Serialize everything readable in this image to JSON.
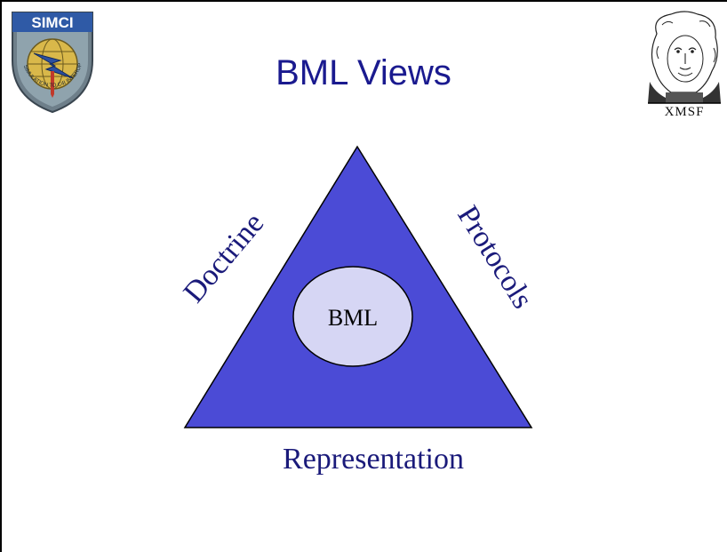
{
  "slide": {
    "title": "BML Views"
  },
  "logos": {
    "left": {
      "text": "SIMCI",
      "ring_text": "SIMULATION TO C4I INTEROPERABILITY",
      "icon": "simci-shield-icon"
    },
    "right": {
      "text": "XMSF",
      "icon": "lion-head-icon"
    }
  },
  "diagram": {
    "center_label": "BML",
    "left_side_label": "Doctrine",
    "right_side_label": "Protocols",
    "bottom_label": "Representation"
  },
  "colors": {
    "title": "#1a1a8f",
    "triangle_fill": "#4b4bd6",
    "ellipse_fill": "#d6d6f4",
    "side_label": "#1a1a7a",
    "frame": "#000000"
  }
}
